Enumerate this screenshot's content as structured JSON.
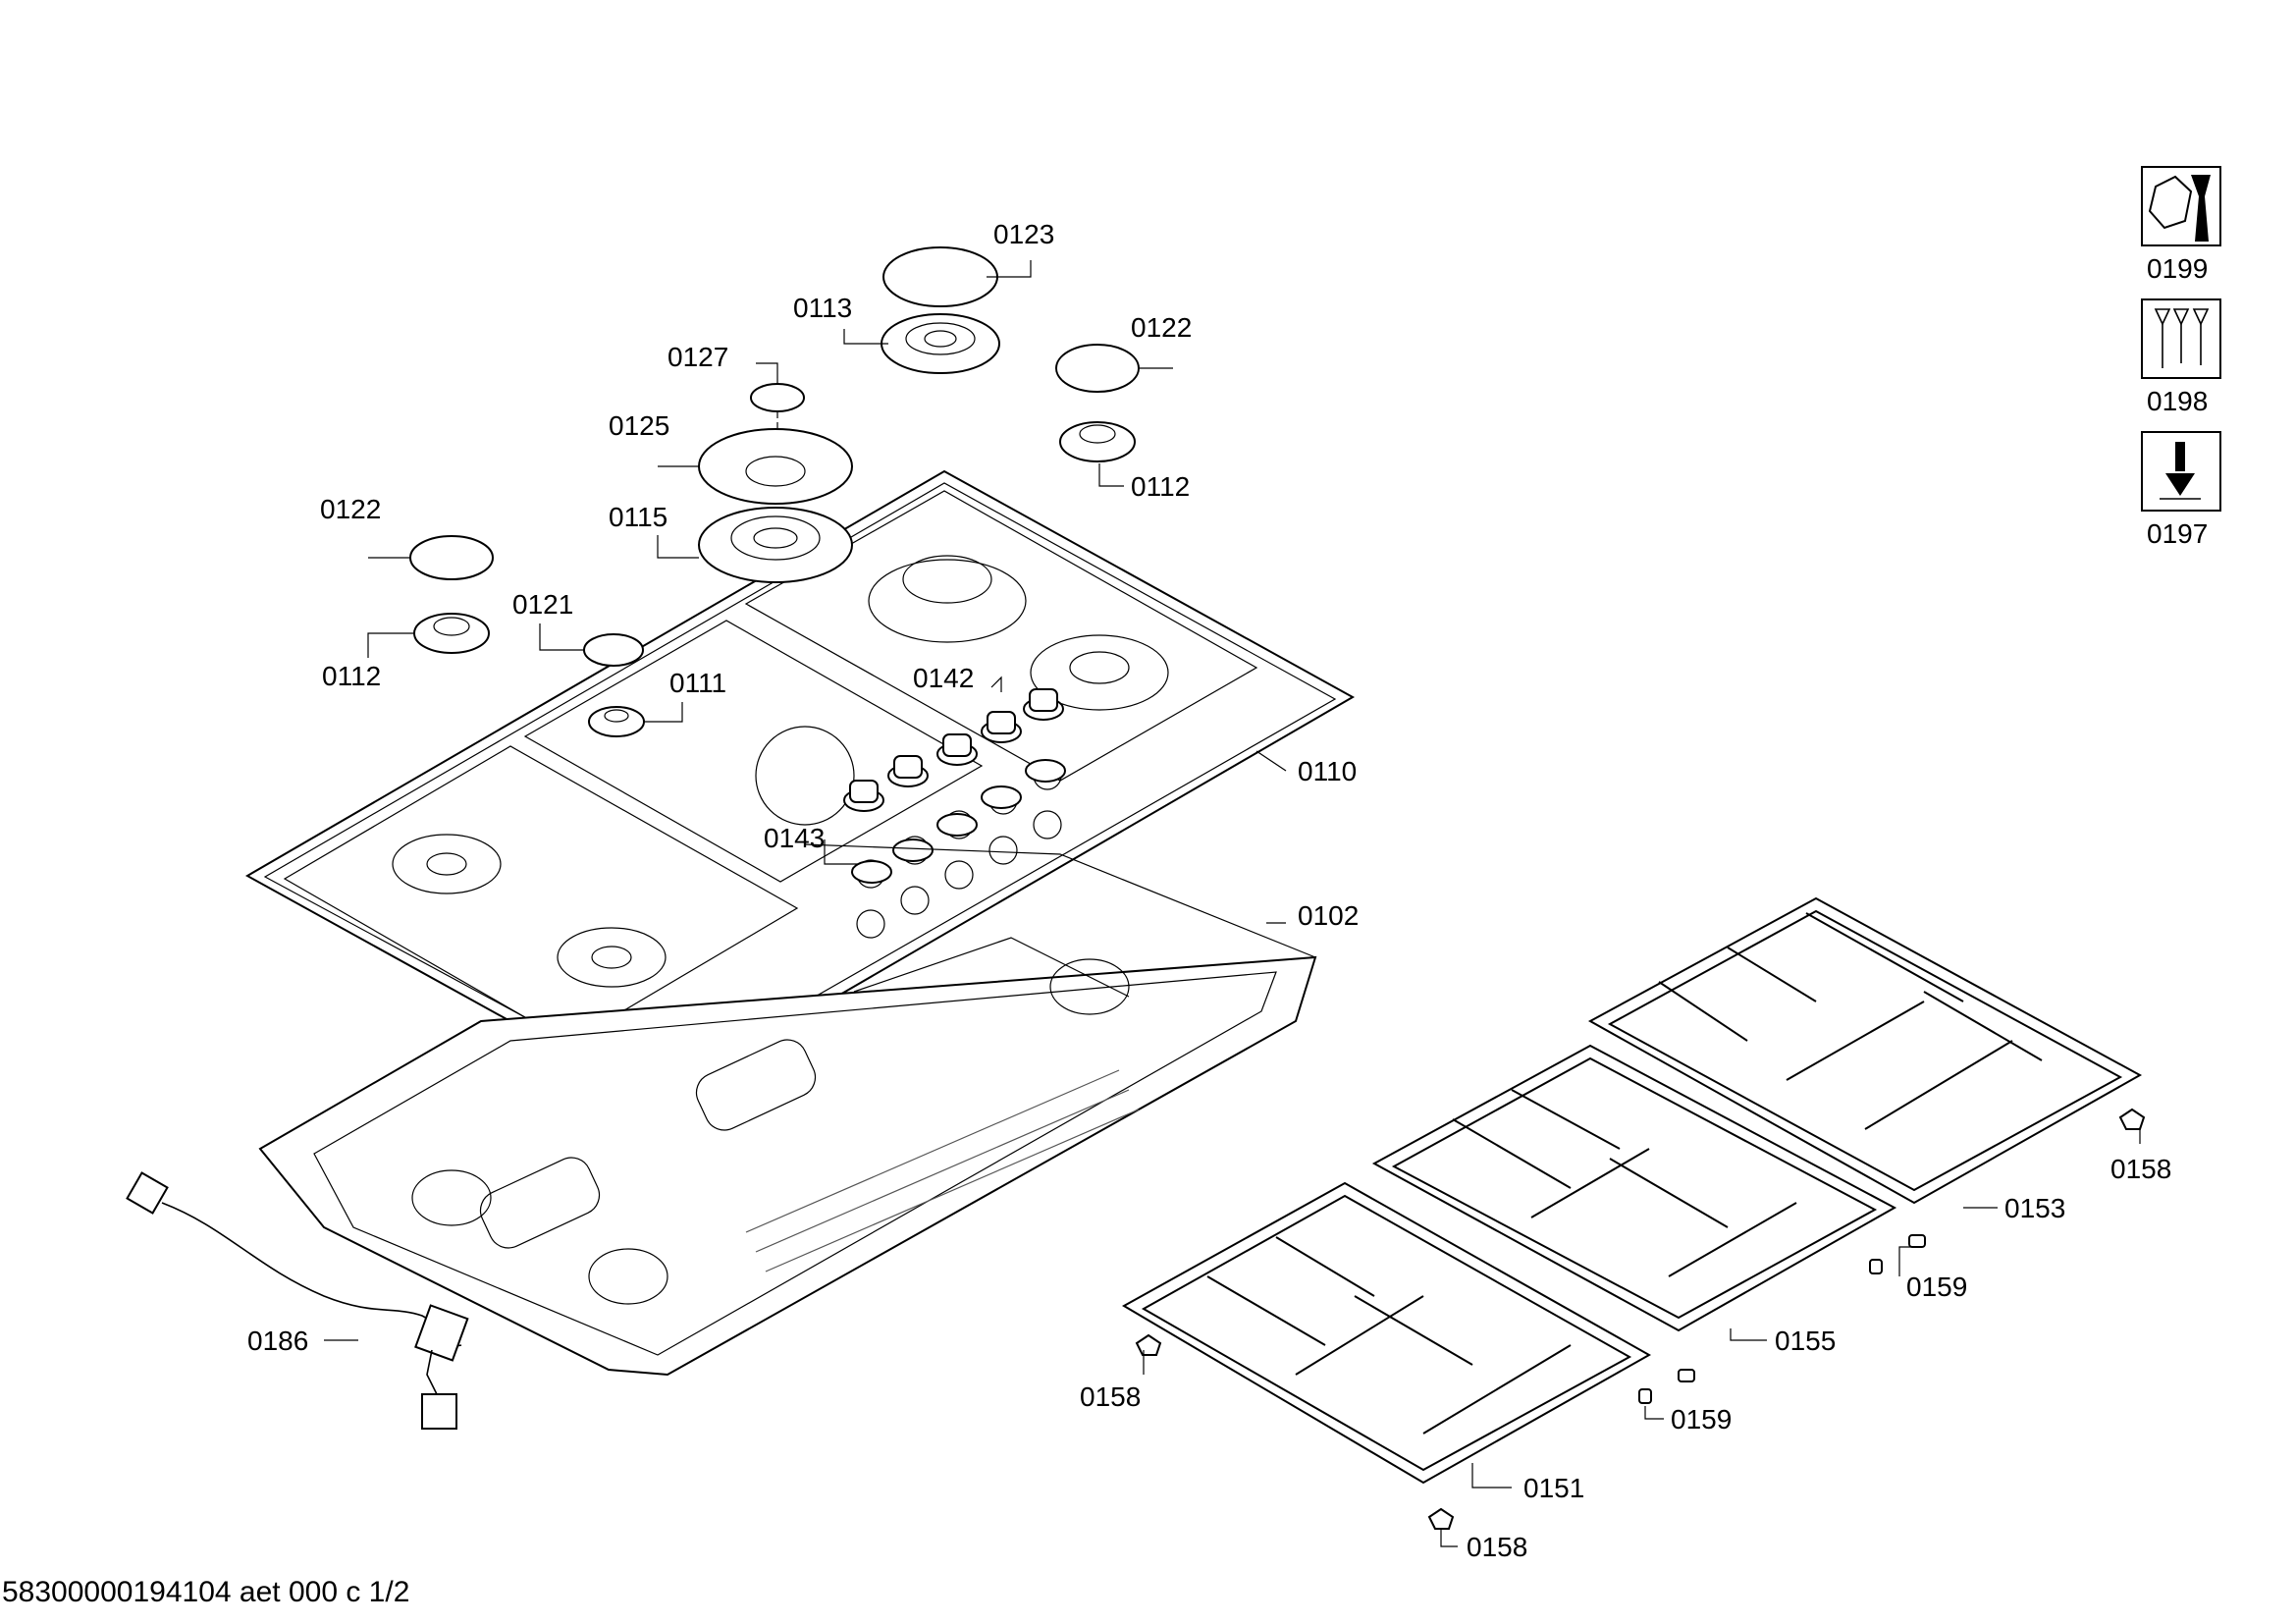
{
  "parts": {
    "p0123": "0123",
    "p0113": "0113",
    "p0127": "0127",
    "p0122_top": "0122",
    "p0125": "0125",
    "p0112_right": "0112",
    "p0115": "0115",
    "p0122_left": "0122",
    "p0121": "0121",
    "p0112_left": "0112",
    "p0111": "0111",
    "p0142": "0142",
    "p0110": "0110",
    "p0143": "0143",
    "p0102": "0102",
    "p0186": "0186",
    "p0158_right": "0158",
    "p0153": "0153",
    "p0159_right": "0159",
    "p0155": "0155",
    "p0158_left": "0158",
    "p0159_left": "0159",
    "p0151": "0151",
    "p0158_bottom": "0158"
  },
  "kit_icons": [
    {
      "icon": "tool-kit-icon",
      "label": "0199"
    },
    {
      "icon": "screw-set-icon",
      "label": "0198"
    },
    {
      "icon": "lubricant-icon",
      "label": "0197"
    }
  ],
  "footer": {
    "document_code": "58300000194104 aet 000 c 1/2"
  }
}
